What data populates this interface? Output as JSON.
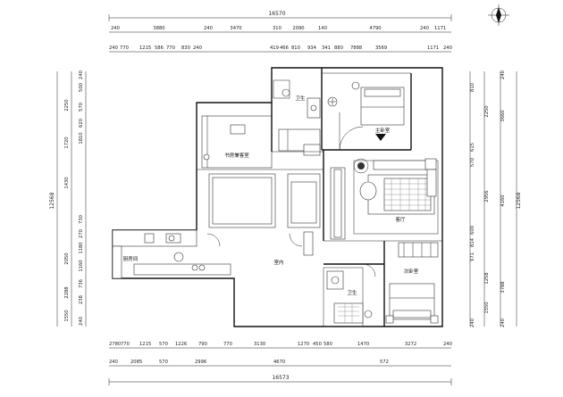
{
  "dimensions": {
    "top_overall": "16570",
    "bottom_overall": "16573",
    "top_row1": [
      "3880",
      "3470",
      "2090",
      "4790"
    ],
    "top_row1_small": [
      "240",
      "240",
      "310",
      "140",
      "240",
      "1171"
    ],
    "top_row2": [
      "240",
      "770",
      "1215",
      "586",
      "770",
      "830",
      "240",
      "419",
      "466",
      "810",
      "934",
      "341",
      "880",
      "7888",
      "3569",
      "1171",
      "240"
    ],
    "bottom_row1": [
      "2780",
      "770",
      "1215",
      "570",
      "1226",
      "790",
      "770",
      "3130",
      "1270",
      "450",
      "580",
      "1470",
      "3272",
      "240"
    ],
    "bottom_row2": [
      "240",
      "2085",
      "570",
      "2996",
      "4670",
      "572"
    ],
    "left_overall": "12568",
    "left_col1": [
      "2250",
      "1720",
      "1430",
      "2050",
      "2288",
      "1550"
    ],
    "left_col2": [
      "240",
      "500",
      "570",
      "620",
      "1810",
      "730",
      "270",
      "1180",
      "1160",
      "736",
      "238",
      "240"
    ],
    "right_overall": "12568",
    "right_col1": [
      "240",
      "3660",
      "4160",
      "3788",
      "240"
    ],
    "right_col2": [
      "2250",
      "2956",
      "1258",
      "1550"
    ],
    "right_col3": [
      "810",
      "615",
      "570",
      "600",
      "814",
      "971",
      "240"
    ]
  },
  "rooms": {
    "bathroom_top": "卫生",
    "master_bedroom": "主卧室",
    "study": "书房兼客室",
    "living_room": "客厅",
    "kitchen": "厨房间",
    "dining": "室内",
    "bathroom_bottom": "卫生",
    "second_bedroom": "次卧室"
  },
  "north_icon": "compass-icon"
}
